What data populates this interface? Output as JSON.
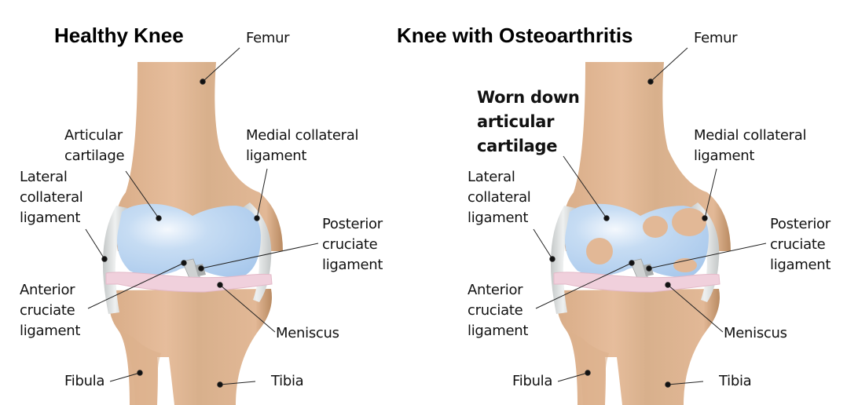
{
  "panels": [
    {
      "title": "Healthy Knee",
      "labels": {
        "femur": "Femur",
        "articular_cartilage": "Articular\ncartilage",
        "medial_collateral_ligament": "Medial collateral\nligament",
        "lateral_collateral_ligament": "Lateral\ncollateral\nligament",
        "posterior_cruciate_ligament": "Posterior\ncruciate\nligament",
        "anterior_cruciate_ligament": "Anterior\ncruciate\nligament",
        "meniscus": "Meniscus",
        "fibula": "Fibula",
        "tibia": "Tibia"
      }
    },
    {
      "title": "Knee with Osteoarthritis",
      "labels": {
        "femur": "Femur",
        "worn_cartilage": "Worn down\narticular\ncartilage",
        "medial_collateral_ligament": "Medial collateral\nligament",
        "lateral_collateral_ligament": "Lateral\ncollateral\nligament",
        "posterior_cruciate_ligament": "Posterior\ncruciate\nligament",
        "anterior_cruciate_ligament": "Anterior\ncruciate\nligament",
        "meniscus": "Meniscus",
        "fibula": "Fibula",
        "tibia": "Tibia"
      }
    }
  ],
  "colors": {
    "bone": "#e2b896",
    "bone_shadow": "#c69a74",
    "cartilage": "#b8d4f0",
    "meniscus": "#f0d0dc",
    "ligament": "#d8dcdc",
    "lesion": "#e2b896"
  }
}
